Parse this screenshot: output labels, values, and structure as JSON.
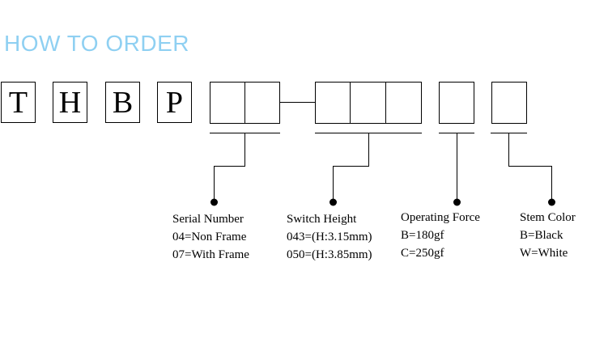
{
  "title": "HOW TO ORDER",
  "prefix_letters": [
    "T",
    "H",
    "B",
    "P"
  ],
  "groups": [
    {
      "label": "Serial Number",
      "options": [
        "04=Non Frame",
        "07=With Frame"
      ]
    },
    {
      "label": "Switch Height",
      "options": [
        "043=(H:3.15mm)",
        "050=(H:3.85mm)"
      ]
    },
    {
      "label": "Operating Force",
      "options": [
        "B=180gf",
        "C=250gf"
      ]
    },
    {
      "label": "Stem Color",
      "options": [
        "B=Black",
        "W=White"
      ]
    }
  ],
  "colors": {
    "title": "#8fd0f2",
    "line": "#000000"
  }
}
